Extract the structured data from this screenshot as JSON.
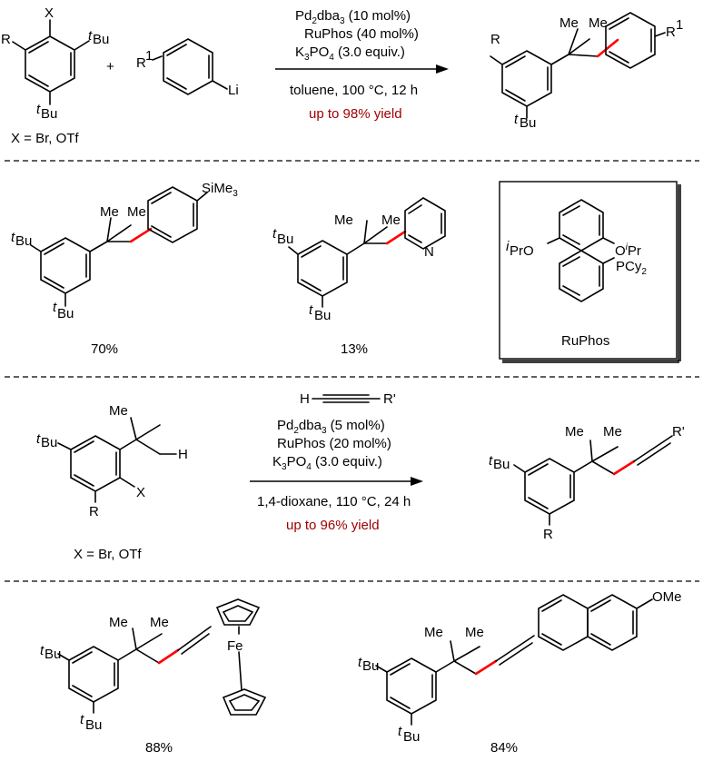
{
  "colors": {
    "highlight_bond": "#ff0000",
    "yield_text": "#a00000",
    "ink": "#000000"
  },
  "scheme1": {
    "reagent_x_def": "X = Br, OTf",
    "plus": "+",
    "labels": {
      "tBu": "Bu",
      "t": "t",
      "R": "R",
      "X": "X",
      "R1": "R",
      "sup1": "1",
      "Li": "Li",
      "Me": "Me"
    },
    "conditions": {
      "line1_a": "Pd",
      "line1_sub1": "2",
      "line1_b": "dba",
      "line1_sub2": "3",
      "line1_c": " (10 mol%)",
      "line2": "RuPhos (40 mol%)",
      "line3_a": "K",
      "line3_sub1": "3",
      "line3_b": "PO",
      "line3_sub2": "4",
      "line3_c": " (3.0 equiv.)",
      "line4": "toluene, 100 °C, 12 h",
      "yield": "up to 98% yield"
    }
  },
  "examples1": {
    "p1_label": "SiMe",
    "p1_sub": "3",
    "p1_yield": "70%",
    "p2_N": "N",
    "p2_yield": "13%",
    "ligand": {
      "iPrO": "PrO",
      "i": "i",
      "OiPr_O": "O",
      "OiPr_Pr": "Pr",
      "PCy": "PCy",
      "PCy_sub": "2",
      "name": "RuPhos"
    }
  },
  "scheme2": {
    "alkyne_H": "H",
    "alkyne_R": "R'",
    "reagent_x_def": "X = Br, OTf",
    "H": "H",
    "conditions": {
      "line1_a": "Pd",
      "line1_sub1": "2",
      "line1_b": "dba",
      "line1_sub2": "3",
      "line1_c": " (5 mol%)",
      "line2": "RuPhos (20 mol%)",
      "line3_a": "K",
      "line3_sub1": "3",
      "line3_b": "PO",
      "line3_sub2": "4",
      "line3_c": " (3.0 equiv.)",
      "line4": "1,4-dioxane, 110 °C, 24 h",
      "yield": "up to 96% yield"
    },
    "product_R": "R'"
  },
  "examples2": {
    "p1_Fe": "Fe",
    "p1_yield": "88%",
    "p2_OMe": "OMe",
    "p2_yield": "84%"
  }
}
